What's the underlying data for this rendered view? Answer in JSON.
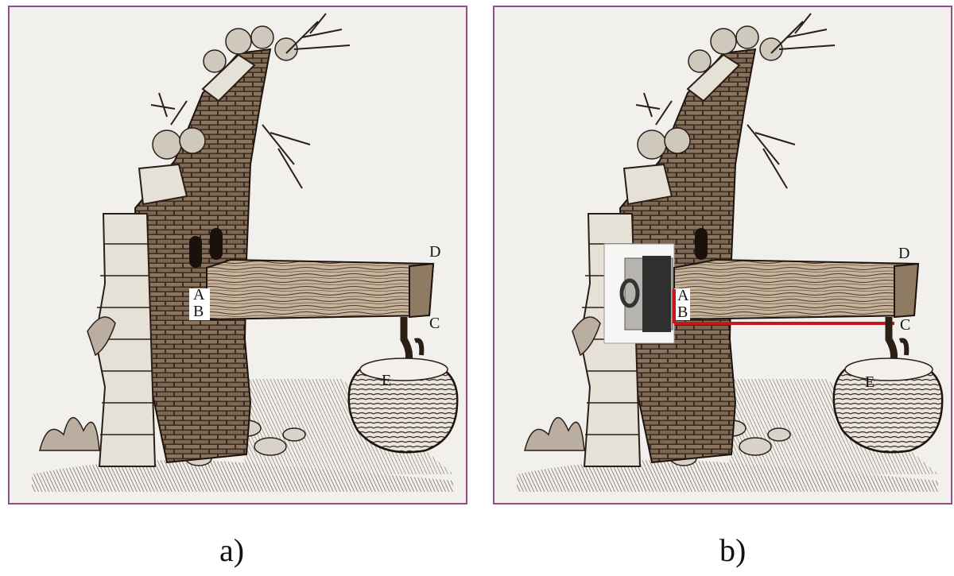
{
  "panels": [
    {
      "id": "a",
      "caption": "a)",
      "labels": {
        "A": "A",
        "B": "B",
        "C": "C",
        "D": "D",
        "E": "E"
      }
    },
    {
      "id": "b",
      "caption": "b)",
      "labels": {
        "A": "A",
        "B": "B",
        "C": "C",
        "D": "D",
        "E": "E"
      }
    }
  ],
  "colors": {
    "frame": "#8e4e8a",
    "ink": "#2b1e17",
    "beam": "#b9a58e",
    "paper": "#f1f0ed",
    "highlight": "#c8161d"
  }
}
